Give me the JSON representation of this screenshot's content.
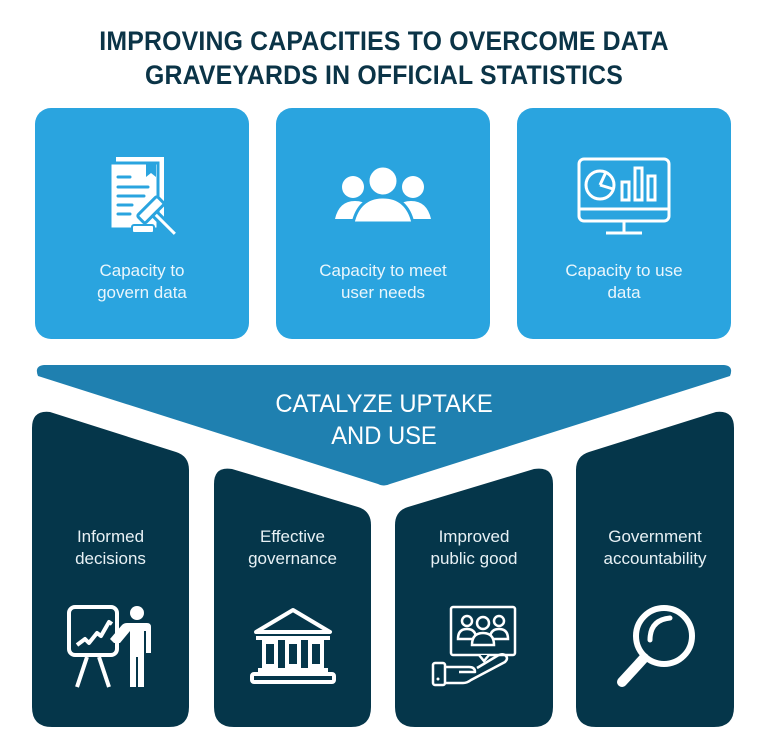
{
  "title": {
    "line1": "IMPROVING CAPACITIES TO OVERCOME DATA",
    "line2": "GRAVEYARDS IN OFFICIAL STATISTICS"
  },
  "colors": {
    "title": "#0B3447",
    "capacity_card": "#2AA4DF",
    "banner": "#1F80B0",
    "outcome_card": "#05364A",
    "text_light": "#FFFFFF"
  },
  "capacities": [
    {
      "icon": "document-gavel-icon",
      "line1": "Capacity to",
      "line2": "govern data"
    },
    {
      "icon": "user-group-icon",
      "line1": "Capacity to meet",
      "line2": "user needs"
    },
    {
      "icon": "monitor-chart-icon",
      "line1": "Capacity to use",
      "line2": "data"
    }
  ],
  "banner": {
    "line1": "CATALYZE UPTAKE",
    "line2": "AND USE"
  },
  "outcomes": [
    {
      "icon": "presenter-chart-icon",
      "line1": "Informed",
      "line2": "decisions"
    },
    {
      "icon": "government-building-icon",
      "line1": "Effective",
      "line2": "governance"
    },
    {
      "icon": "hand-community-icon",
      "line1": "Improved",
      "line2": "public good"
    },
    {
      "icon": "magnifying-glass-icon",
      "line1": "Government",
      "line2": "accountability"
    }
  ]
}
